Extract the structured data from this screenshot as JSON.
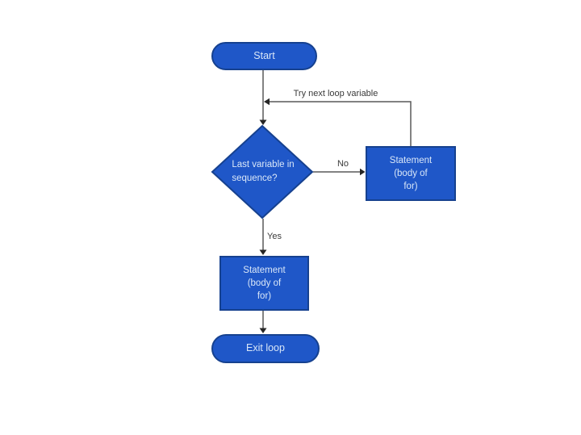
{
  "diagram": {
    "type": "flowchart",
    "colors": {
      "node_fill": "#1f57c8",
      "node_border": "#16418f",
      "node_text": "#d9e7f8",
      "connector": "#595959",
      "arrow": "#262626",
      "label_text": "#3a3a3a",
      "background": "#ffffff"
    },
    "nodes": {
      "start": {
        "type": "terminator",
        "label": "Start"
      },
      "decision": {
        "type": "decision",
        "label": "Last variable in\nsequence?"
      },
      "loop_body": {
        "type": "process",
        "label": "Statement\n(body of\nfor)"
      },
      "final_body": {
        "type": "process",
        "label": "Statement\n(body of\nfor)"
      },
      "exit": {
        "type": "terminator",
        "label": "Exit loop"
      }
    },
    "edges": {
      "try_next": {
        "label": "Try next loop variable",
        "from": "loop_body",
        "to": "main-line"
      },
      "no": {
        "label": "No",
        "from": "decision",
        "to": "loop_body"
      },
      "yes": {
        "label": "Yes",
        "from": "decision",
        "to": "final_body"
      }
    }
  }
}
